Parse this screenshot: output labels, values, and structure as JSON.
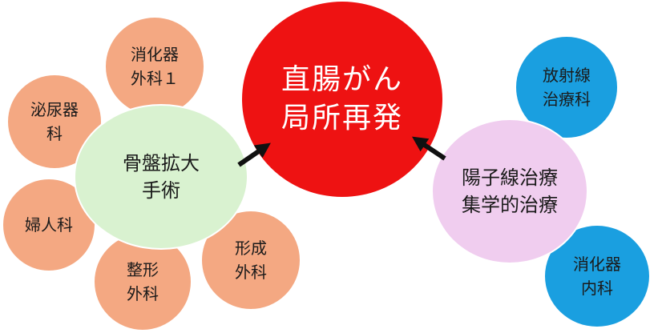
{
  "center": {
    "lines": [
      "直腸がん",
      "局所再発"
    ],
    "color": "#ee1212"
  },
  "surgery": {
    "lines": [
      "骨盤拡大",
      "手術"
    ],
    "color": "#d9f2d0",
    "departments": [
      {
        "lines": [
          "消化器",
          "外科１"
        ]
      },
      {
        "lines": [
          "泌尿器",
          "科"
        ]
      },
      {
        "lines": [
          "婦人科"
        ]
      },
      {
        "lines": [
          "整形",
          "外科"
        ]
      },
      {
        "lines": [
          "形成",
          "外科"
        ]
      }
    ],
    "department_color": "#f4a882"
  },
  "particle": {
    "lines": [
      "陽子線治療",
      "集学的治療"
    ],
    "color": "#f0cdef",
    "departments": [
      {
        "lines": [
          "放射線",
          "治療科"
        ]
      },
      {
        "lines": [
          "消化器",
          "内科"
        ]
      }
    ],
    "department_color": "#1a9fe0"
  }
}
